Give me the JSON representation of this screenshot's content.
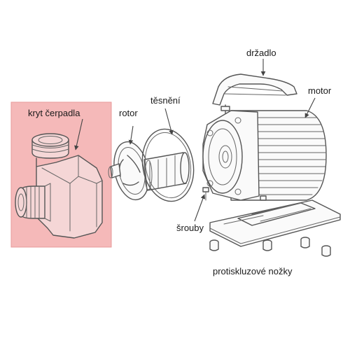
{
  "highlight_color": "#f5b9b9",
  "labels": {
    "pump_cover": "kryt čerpadla",
    "rotor": "rotor",
    "seal": "těsnění",
    "handle": "držadlo",
    "motor": "motor",
    "screws": "šrouby",
    "feet": "protiskluzové nožky"
  }
}
